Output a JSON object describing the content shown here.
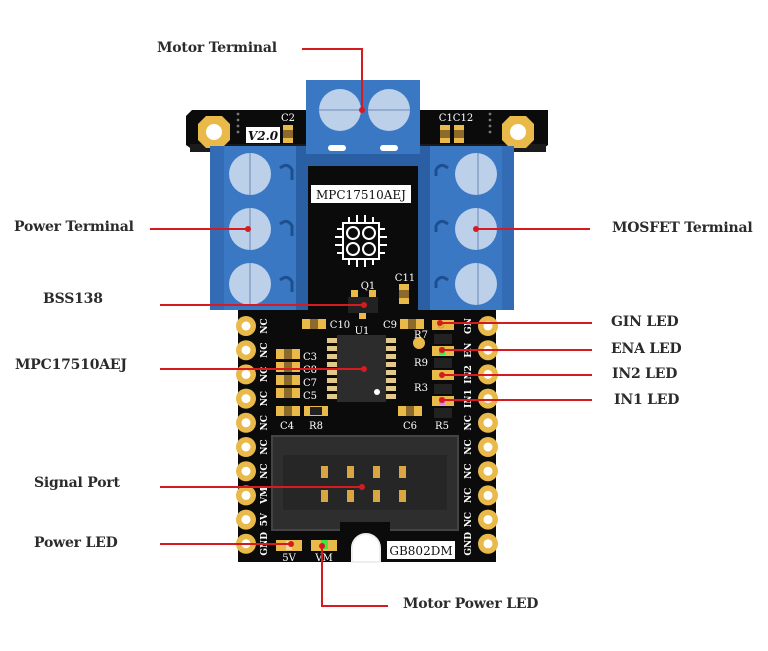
{
  "colors": {
    "pcb": "#0b0b0b",
    "terminal_blue": "#3a78c4",
    "terminal_dark": "#2b5fa3",
    "screw": "#bcd0ea",
    "pad_gold": "#e9b94a",
    "leader_red": "#d61b20",
    "label_text": "#2b2b2b",
    "led_green": "#3ee64a",
    "led_pink": "#d889d8"
  },
  "callouts": {
    "motor_terminal": "Motor Terminal",
    "power_terminal": "Power Terminal",
    "mosfet_terminal": "MOSFET Terminal",
    "bss138": "BSS138",
    "mpc17510aej": "MPC17510AEJ",
    "gin_led": "GIN LED",
    "ena_led": "ENA LED",
    "in2_led": "IN2 LED",
    "in1_led": "IN1 LED",
    "signal_port": "Signal Port",
    "power_led": "Power LED",
    "motor_power_led": "Motor Power LED"
  },
  "board": {
    "version": "V2.0",
    "chip_label": "MPC17510AEJ",
    "model": "GB802DM",
    "silkscreen": {
      "c2": "C2",
      "c1c12": "C1C12",
      "c11": "C11",
      "q1": "Q1",
      "u1": "U1",
      "c10": "C10",
      "c9": "C9",
      "c3": "C3",
      "c8": "C8",
      "c7": "C7",
      "c5": "C5",
      "c4": "C4",
      "r8": "R8",
      "c6": "C6",
      "r5": "R5",
      "r7": "R7",
      "r9": "R9",
      "r3": "R3",
      "led_5v": "5V",
      "led_vm": "VM"
    },
    "left_pins": [
      "NC",
      "NC",
      "NC",
      "NC",
      "NC",
      "NC",
      "NC",
      "VM",
      "5V",
      "GND"
    ],
    "right_pins": [
      "GN",
      "EN",
      "IN2",
      "IN1",
      "NC",
      "NC",
      "NC",
      "NC",
      "NC",
      "GND"
    ]
  }
}
